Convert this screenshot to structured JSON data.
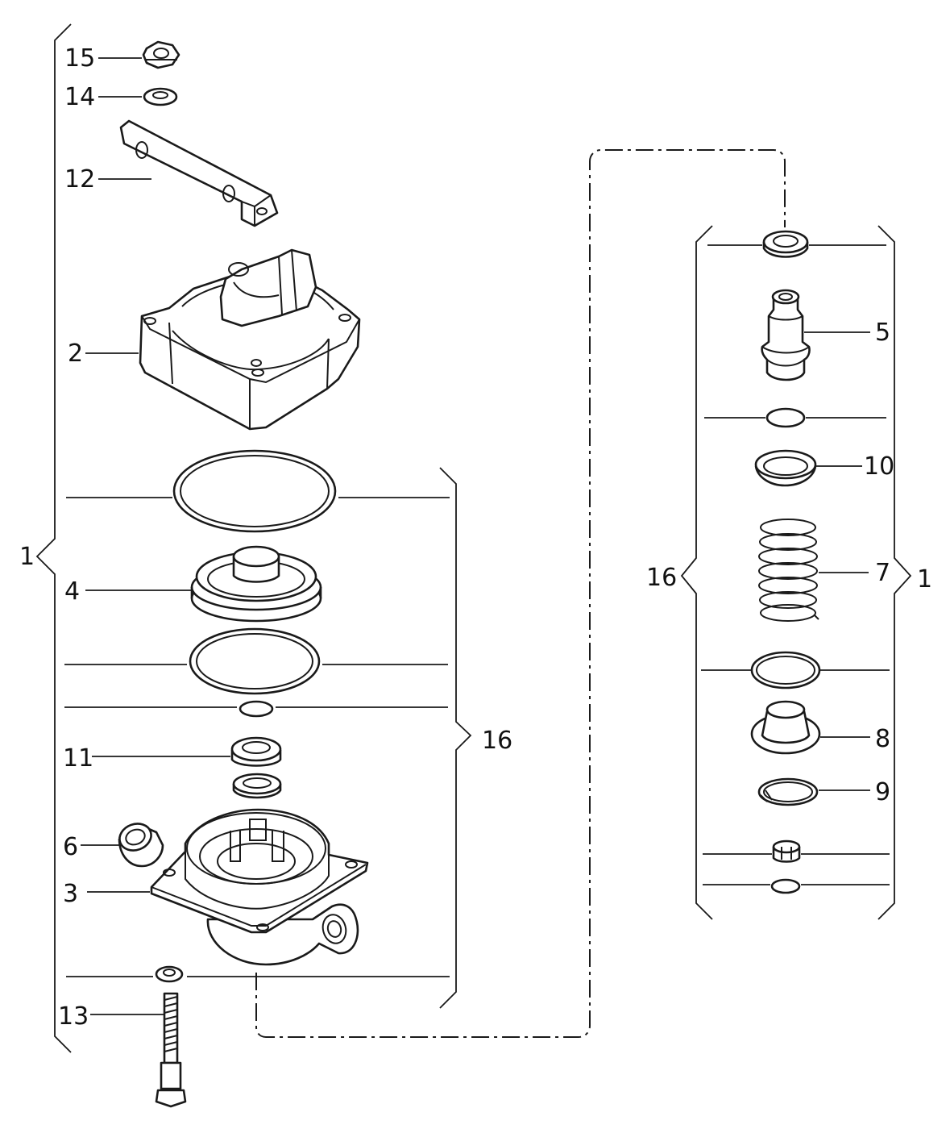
{
  "labels": {
    "l15": "15",
    "l14": "14",
    "l12": "12",
    "l2": "2",
    "l1_left": "1",
    "l4": "4",
    "l11": "11",
    "l6": "6",
    "l3": "3",
    "l13": "13",
    "l16_left": "16",
    "l5": "5",
    "l10": "10",
    "l16_right": "16",
    "l7": "7",
    "l1_right": "1",
    "l8": "8",
    "l9": "9"
  }
}
